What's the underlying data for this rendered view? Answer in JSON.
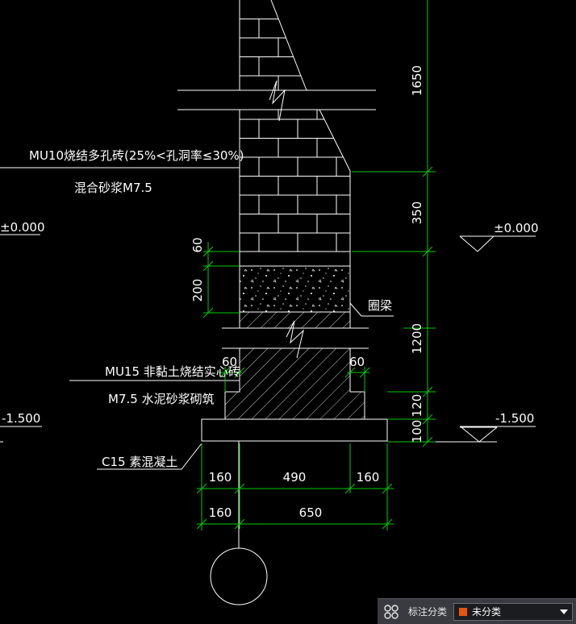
{
  "drawing": {
    "materials": {
      "upper_wall_line1": "MU10烧结多孔砖(25%<孔洞率≤30%)",
      "upper_wall_line2": "混合砂浆M7.5",
      "lower_wall_line1": "MU15 非黏土烧结实心砖",
      "lower_wall_line2": "M7.5 水泥砂浆砌筑",
      "footing": "C15 素混凝土",
      "ring_beam": "圈梁"
    },
    "elevations": {
      "ground_left": "±0.000",
      "ground_right": "±0.000",
      "bottom_left": "-1.500",
      "bottom_right": "-1.500"
    },
    "dimensions": {
      "right_1650": "1650",
      "right_350": "350",
      "right_1200": "1200",
      "right_120": "120",
      "right_100": "100",
      "left_60": "60",
      "left_200": "200",
      "step_left_60": "60",
      "step_right_60": "60",
      "bottom_160_left": "160",
      "bottom_490": "490",
      "bottom_160_right": "160",
      "bottom2_160": "160",
      "bottom2_650": "650"
    }
  },
  "status_bar": {
    "label": "标注分类",
    "selected": "未分类",
    "swatch_color": "#e8550c",
    "icon": "annotation-category-icon"
  },
  "colors": {
    "background": "#000000",
    "line": "#ffffff",
    "dimension": "#00cc00"
  }
}
